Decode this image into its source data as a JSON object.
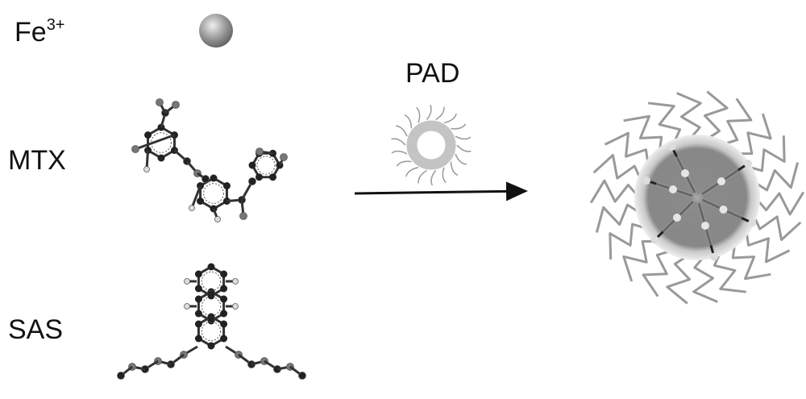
{
  "labels": {
    "fe": "Fe",
    "fe_charge": "3+",
    "mtx": "MTX",
    "sas": "SAS",
    "pad": "PAD"
  }
}
